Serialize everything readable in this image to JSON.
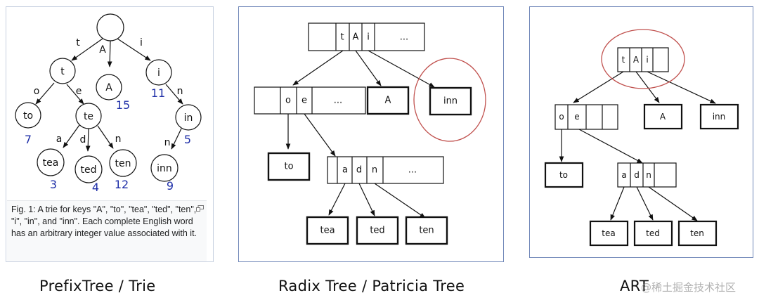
{
  "trie": {
    "root": "",
    "edges": {
      "t": "t",
      "A": "A",
      "i": "i",
      "o": "o",
      "e": "e",
      "n1": "n",
      "a": "a",
      "d": "d",
      "n2": "n",
      "n3": "n"
    },
    "nodes": {
      "t": "t",
      "A": "A",
      "i": "i",
      "to": "to",
      "te": "te",
      "in": "in",
      "tea": "tea",
      "ted": "ted",
      "ten": "ten",
      "inn": "inn"
    },
    "values": {
      "A": "15",
      "i": "11",
      "to": "7",
      "in": "5",
      "tea": "3",
      "ted": "4",
      "ten": "12",
      "inn": "9"
    },
    "caption": "Fig. 1: A trie for keys \"A\", \"to\", \"tea\", \"ted\", \"ten\", \"i\", \"in\", and \"inn\". Each complete English word has an arbitrary integer value associated with it."
  },
  "radix": {
    "root_cells": [
      "",
      "t",
      "A",
      "i",
      "..."
    ],
    "o_cells": [
      "",
      "o",
      "e",
      "..."
    ],
    "d_cells": [
      "",
      "a",
      "d",
      "n",
      "..."
    ],
    "leaves": {
      "A": "A",
      "inn": "inn",
      "to": "to",
      "tea": "tea",
      "ted": "ted",
      "ten": "ten"
    }
  },
  "art": {
    "root_cells": [
      "t",
      "A",
      "i",
      ""
    ],
    "o_cells": [
      "o",
      "e",
      "",
      ""
    ],
    "d_cells": [
      "a",
      "d",
      "n",
      ""
    ],
    "leaves": {
      "A": "A",
      "inn": "inn",
      "to": "to",
      "tea": "tea",
      "ted": "ted",
      "ten": "ten"
    }
  },
  "labels": {
    "trie": "PrefixTree / Trie",
    "radix": "Radix Tree / Patricia Tree",
    "art": "ART"
  },
  "watermark": "@稀土掘金技术社区",
  "colors": {
    "value_blue": "#1f2fa8",
    "highlight_red": "#c0504d",
    "panel_border": "#6f86b8"
  }
}
